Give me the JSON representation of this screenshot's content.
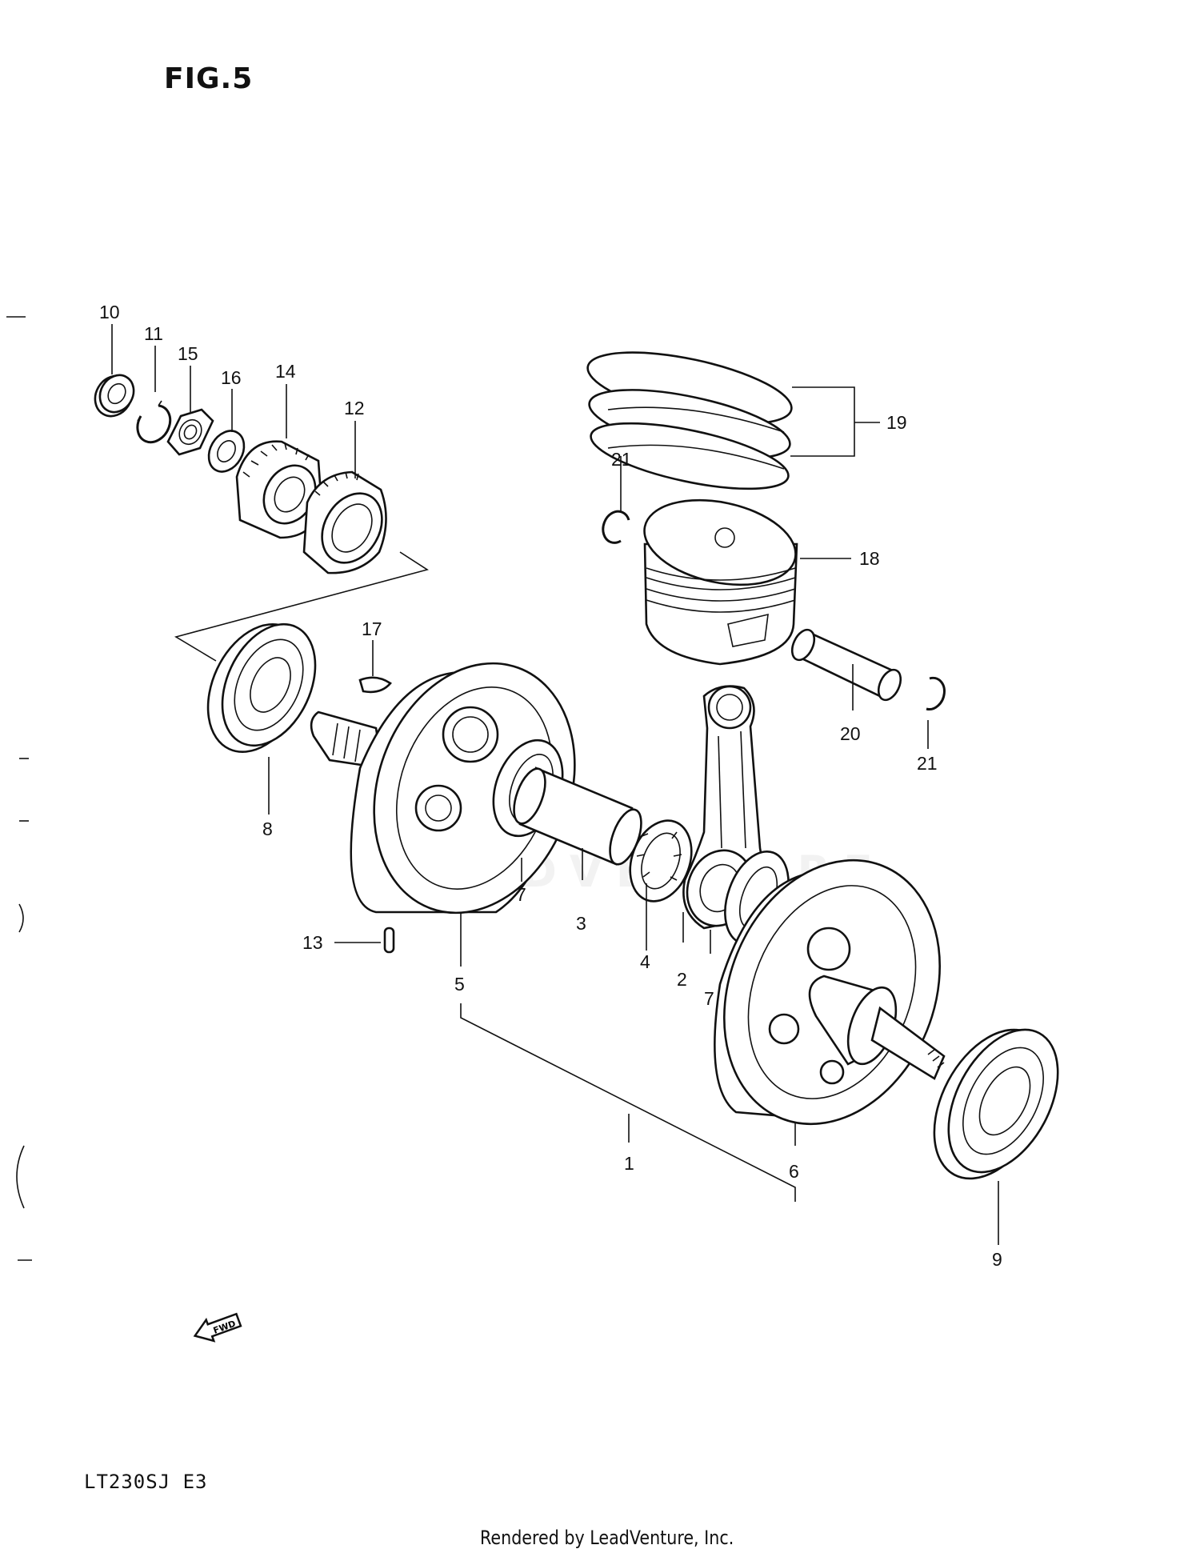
{
  "figure": {
    "title": "FIG.5"
  },
  "model_code": "LT230SJ  E3",
  "credit": "Rendered by LeadVenture, Inc.",
  "watermark": "LEADVENTURE",
  "fwd_badge": "FWD",
  "callouts": {
    "c1": "1",
    "c2": "2",
    "c3": "3",
    "c4": "4",
    "c5": "5",
    "c6": "6",
    "c7a": "7",
    "c7b": "7",
    "c8": "8",
    "c9": "9",
    "c10": "10",
    "c11": "11",
    "c12": "12",
    "c13": "13",
    "c14": "14",
    "c15": "15",
    "c16": "16",
    "c17": "17",
    "c18": "18",
    "c19": "19",
    "c20": "20",
    "c21a": "21",
    "c21b": "21"
  }
}
